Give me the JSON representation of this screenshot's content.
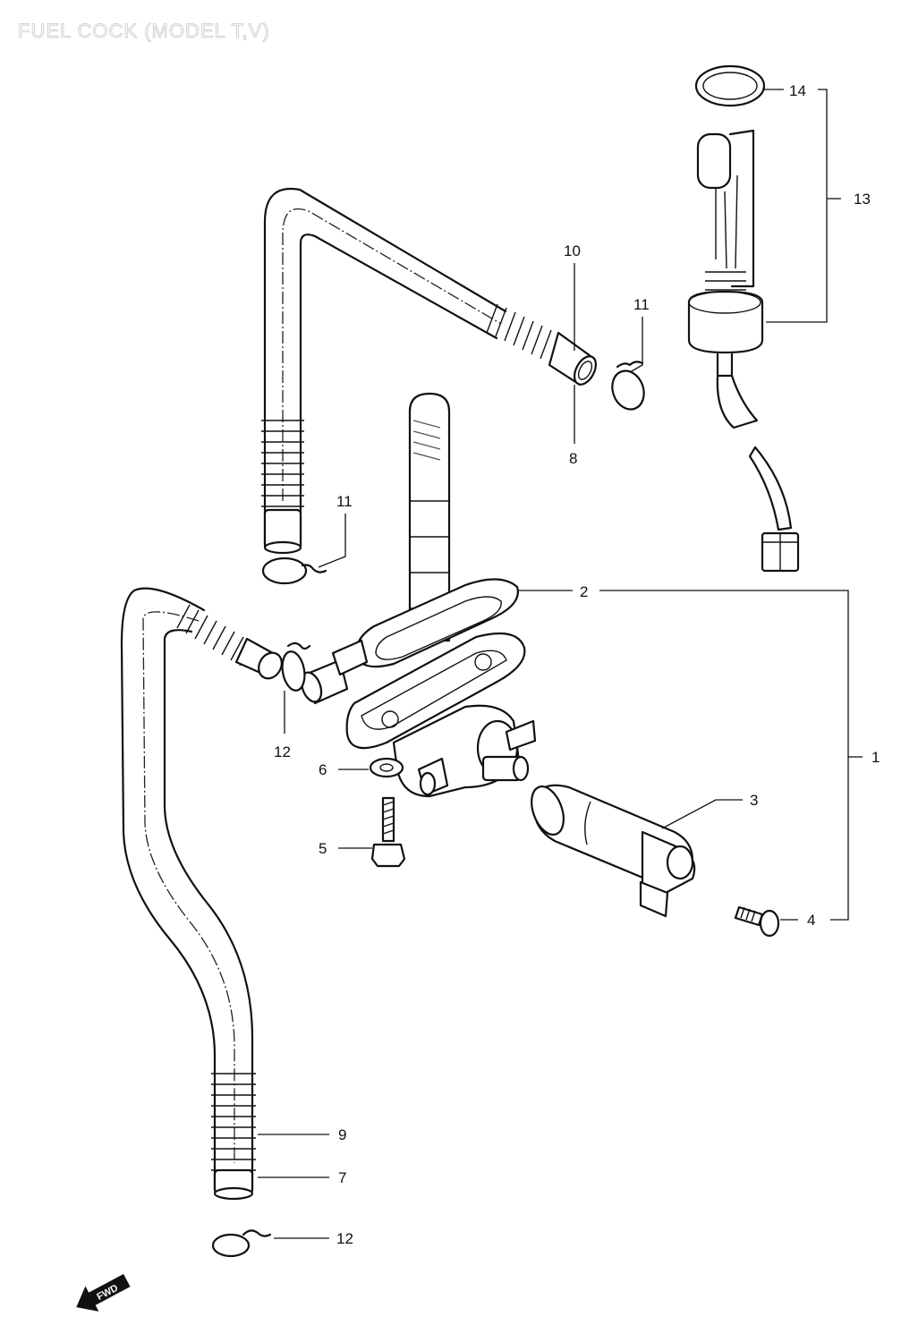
{
  "title": "FUEL COCK (MODEL T,V)",
  "callouts": {
    "c1": "1",
    "c2": "2",
    "c3": "3",
    "c4": "4",
    "c5": "5",
    "c6": "6",
    "c7": "7",
    "c8": "8",
    "c9": "9",
    "c10": "10",
    "c11a": "11",
    "c11b": "11",
    "c12a": "12",
    "c12b": "12",
    "c13": "13",
    "c14": "14"
  },
  "fwd_marker": {
    "label": "FWD",
    "icon": "arrow-left-icon"
  }
}
